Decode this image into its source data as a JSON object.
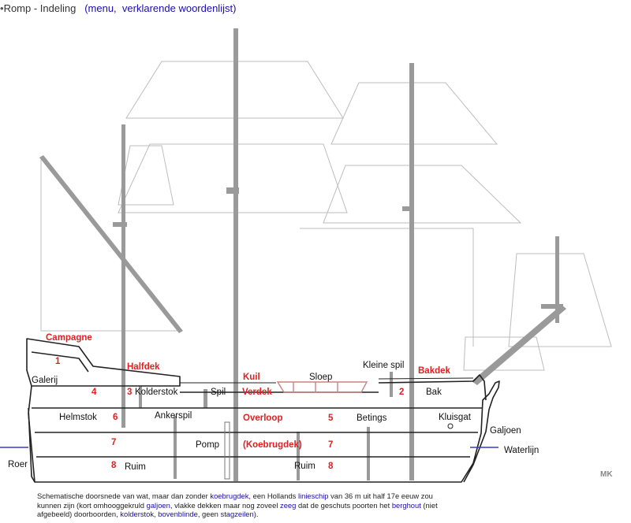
{
  "header": {
    "bullet": "•",
    "title": "Romp - Indeling",
    "open": "(",
    "link_menu": "menu,",
    "link_glossary": "verklarende woordenlijst",
    "close": ")"
  },
  "labels": {
    "campagne": "Campagne",
    "n1": "1",
    "halfdek": "Halfdek",
    "galerij": "Galerij",
    "n4": "4",
    "n3": "3",
    "kolderstok": "Kolderstok",
    "spil": "Spil",
    "kuil": "Kuil",
    "verdek": "Verdek",
    "sloep": "Sloep",
    "kleine_spil": "Kleine spil",
    "bakdek": "Bakdek",
    "n2": "2",
    "bak": "Bak",
    "helmstok": "Helmstok",
    "n6": "6",
    "ankerspil": "Ankerspil",
    "overloop": "Overloop",
    "n5": "5",
    "betings": "Betings",
    "kluisgat": "Kluisgat",
    "galjoen": "Galjoen",
    "n7a": "7",
    "pomp": "Pomp",
    "koebrugdek": "(Koebrugdek)",
    "n7b": "7",
    "waterlijn": "Waterlijn",
    "roer": "Roer",
    "n8a": "8",
    "ruim_a": "Ruim",
    "ruim_b": "Ruim",
    "n8b": "8",
    "signature": "MK"
  },
  "caption": {
    "t1": "Schematische doorsnede van wat, maar dan zonder ",
    "l1": "koebrugdek",
    "t2": ", een Hollands ",
    "l2": "linieschip",
    "t3": " van 36 m uit half 17e eeuw zou kunnen zijn (kort omhooggekruld ",
    "l3": "galjoen",
    "t4": ", vlakke dekken maar nog zoveel ",
    "l4": "zeeg",
    "t5": " dat de geschuts poorten het ",
    "l5": "berghout",
    "t6": " (niet afgebeeld) doorboorden, ",
    "l6": "kolderstok",
    "t7": ", ",
    "l7": "bovenblinde",
    "t8": ", geen ",
    "l8": "stagzeilen",
    "t9": ")."
  },
  "colors": {
    "red_label": "#e02020",
    "link": "#1a0dab",
    "mast": "#9a9a9a",
    "sail": "#bdbdbd",
    "hull": "#222222",
    "waterline": "#3a3acc",
    "sloop": "#d08080"
  }
}
